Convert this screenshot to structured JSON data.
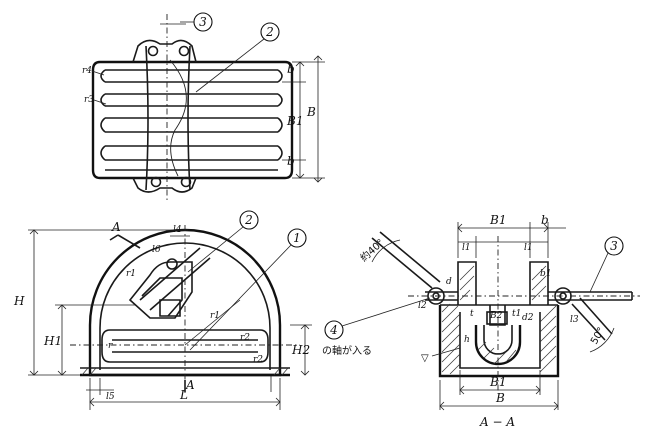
{
  "callouts": {
    "c1": "1",
    "c2_top": "2",
    "c2_bottom": "2",
    "c3_top": "3",
    "c3_right": "3",
    "c4": "4"
  },
  "top_view": {
    "dim_b_top": "b",
    "dim_b1": "B1",
    "dim_b_bottom": "b",
    "dim_B": "B",
    "r4": "r4",
    "r3": "r3"
  },
  "front_view": {
    "section_mark": "A",
    "section_mark_bottom": "A",
    "dim_H": "H",
    "dim_H1": "H1",
    "dim_H2": "H2",
    "dim_L": "L",
    "dim_l5": "l5",
    "dim_l4": "l4",
    "dim_l6": "l6",
    "r1": "r1",
    "r2": "r2",
    "r": "r",
    "r_small": "r2"
  },
  "section_view": {
    "dim_B1_top": "B1",
    "dim_b": "b",
    "dim_l1_left": "l1",
    "dim_l1_right": "l1",
    "dim_B2": "B2",
    "dim_B1_bottom": "B1",
    "dim_B": "B",
    "dim_d": "d",
    "dim_t": "t",
    "dim_l2": "l2",
    "dim_h": "h",
    "dim_b1": "b1",
    "dim_d2": "d2",
    "dim_l3": "l3",
    "dim_t1": "t1",
    "note_angle_left": "約40°",
    "note_angle_right": "50°",
    "finish": "▽",
    "shaft_note": "の軸が入る",
    "title": "A − A"
  }
}
